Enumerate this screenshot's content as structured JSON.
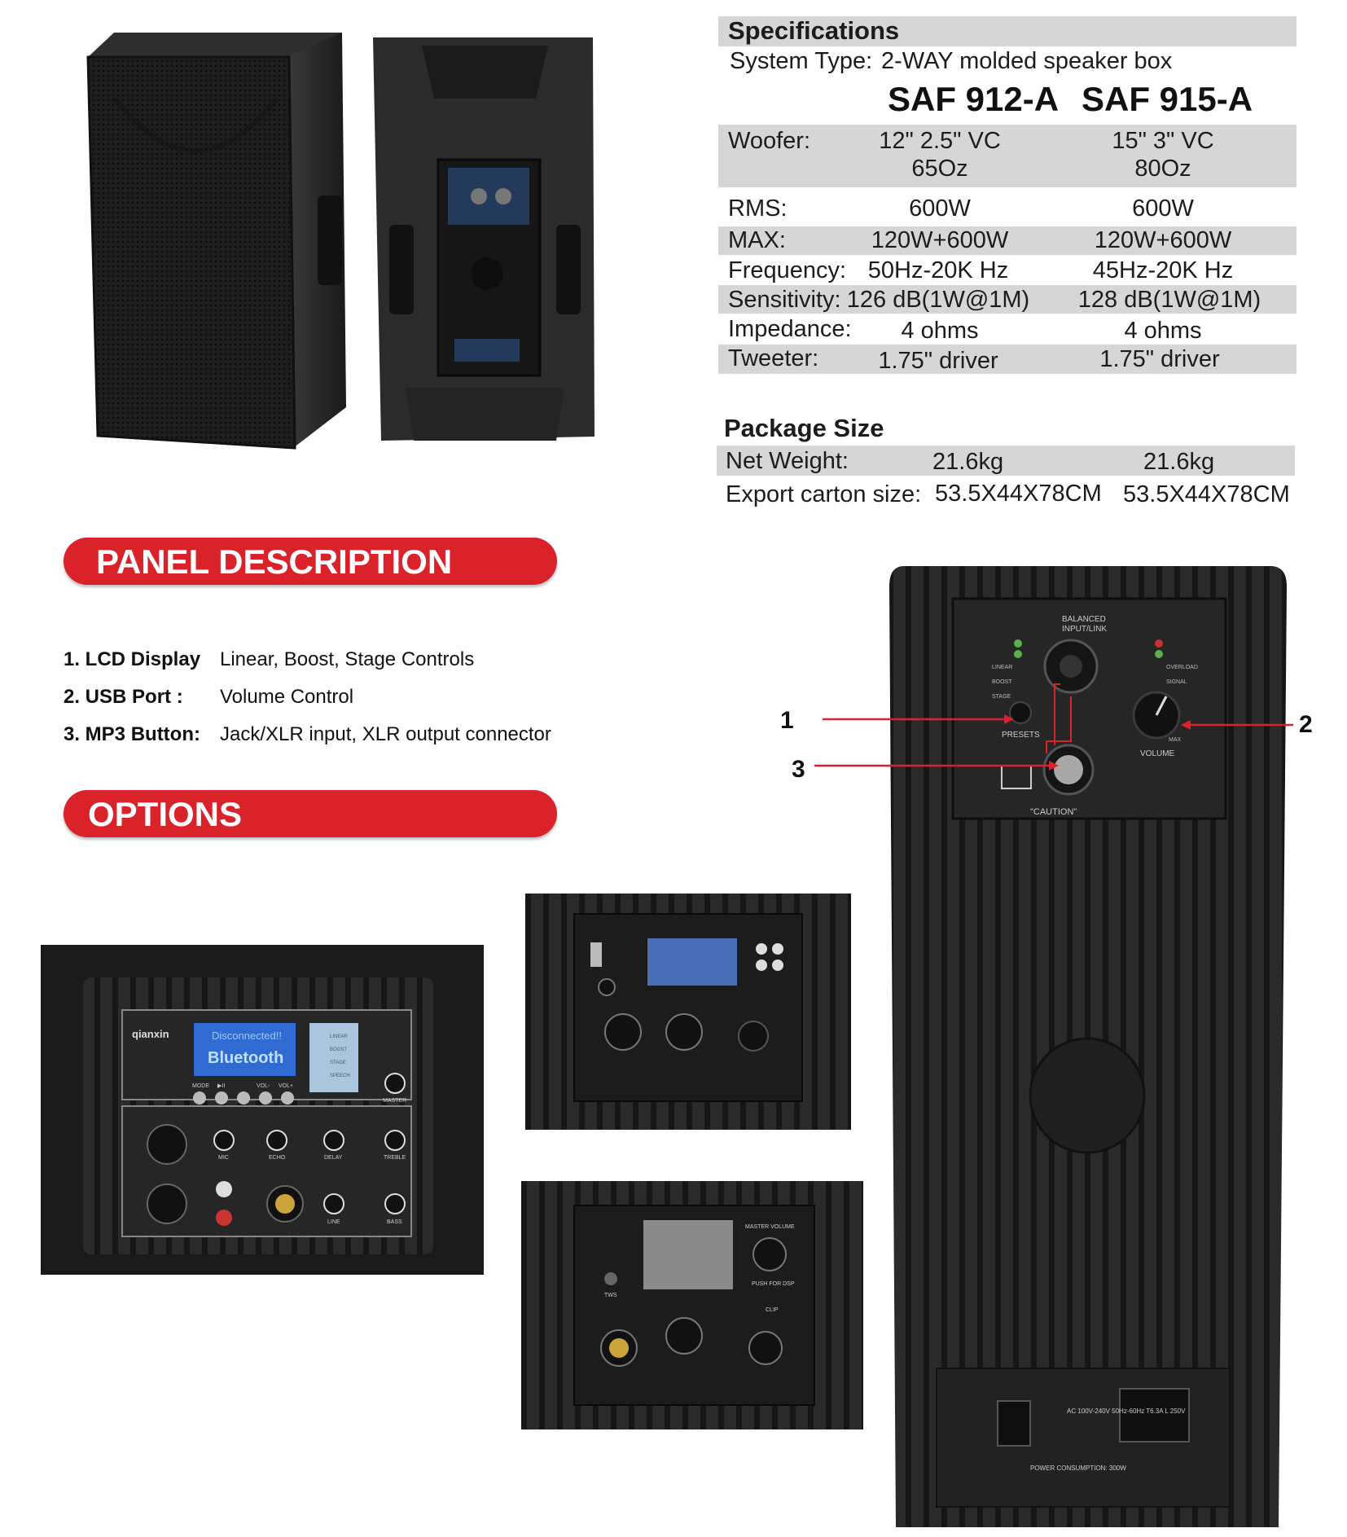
{
  "specifications": {
    "title": "Specifications",
    "system_type_label": "System Type:",
    "system_type_value": "2-WAY molded speaker box",
    "models": [
      "SAF 912-A",
      "SAF 915-A"
    ],
    "rows": [
      {
        "label": "Woofer:",
        "a": "12\" 2.5\" VC",
        "a2": "65Oz",
        "b": "15\" 3\" VC",
        "b2": "80Oz"
      },
      {
        "label": "RMS:",
        "a": "600W",
        "b": "600W"
      },
      {
        "label": "MAX:",
        "a": "120W+600W",
        "b": "120W+600W"
      },
      {
        "label": "Frequency:",
        "a": "50Hz-20K Hz",
        "b": "45Hz-20K Hz"
      },
      {
        "label": "Sensitivity:",
        "a": "126 dB(1W@1M)",
        "b": "128 dB(1W@1M)"
      },
      {
        "label": "Impedance:",
        "a": "4 ohms",
        "b": "4 ohms"
      },
      {
        "label": "Tweeter:",
        "a": "1.75\" driver",
        "b": "1.75\" driver"
      }
    ]
  },
  "package": {
    "title": "Package Size",
    "rows": [
      {
        "label": "Net Weight:",
        "a": "21.6kg",
        "b": "21.6kg"
      },
      {
        "label": "Export carton size:",
        "a": "53.5X44X78CM",
        "b": "53.5X44X78CM"
      }
    ]
  },
  "panel_description": {
    "title": "PANEL DESCRIPTION",
    "items": [
      {
        "label": "1. LCD Display",
        "text": "Linear, Boost, Stage Controls"
      },
      {
        "label": "2. USB Port :",
        "text": "Volume Control"
      },
      {
        "label": "3. MP3 Button:",
        "text": "Jack/XLR input, XLR output connector"
      }
    ]
  },
  "options": {
    "title": "OPTIONS"
  },
  "callouts": [
    "1",
    "2",
    "3"
  ],
  "panel_labels": {
    "balanced": "BALANCED",
    "input_link": "INPUT/LINK",
    "linear": "LINEAR",
    "boost": "BOOST",
    "stage": "STAGE",
    "presets": "PRESETS",
    "overload": "OVERLOAD",
    "signal": "SIGNAL",
    "volume": "VOLUME",
    "max": "MAX",
    "caution": "\"CAUTION\"",
    "power_rating": "AC 100V-240V 50Hz-60Hz T6.3A L 250V",
    "power_consumption": "POWER CONSUMPTION: 300W"
  },
  "option_panels": {
    "brand": "qianxin",
    "lcd_top": "Disconnected!!",
    "lcd_main": "Bluetooth",
    "modes": [
      "LINEAR",
      "BOOST",
      "STAGE",
      "SPEECH"
    ],
    "buttons": [
      "MODE",
      "▶II",
      "VOL-",
      "VOL+"
    ],
    "knobs": [
      "MIC",
      "ECHO",
      "DELAY",
      "TREBLE",
      "LINE",
      "BASS",
      "MASTER"
    ],
    "master_volume": "MASTER VOLUME",
    "push_for_dsp": "PUSH FOR DSP",
    "tws": "TWS",
    "clip": "CLIP"
  },
  "colors": {
    "accent": "#d9222a",
    "spec_bar": "#d6d6d6",
    "panel": "#2a2a2a"
  }
}
